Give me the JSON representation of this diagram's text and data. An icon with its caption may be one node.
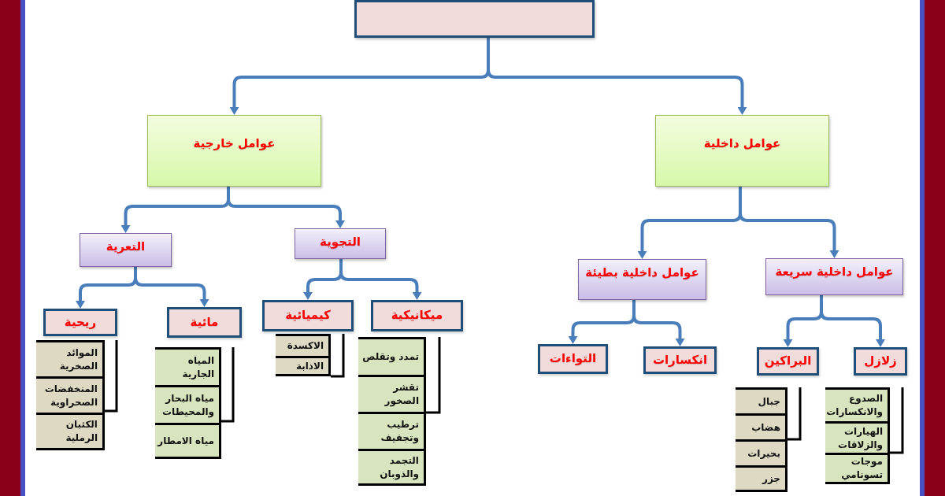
{
  "diagram": {
    "nodes": [
      {
        "text": [],
        "shape": "box"
      },
      {
        "text": [
          "عوامل خارجية"
        ]
      },
      {
        "text": [
          "عوامل داخلية"
        ]
      },
      {
        "text": [
          "التعرية"
        ]
      },
      {
        "text": [
          "التجوية"
        ]
      },
      {
        "text": [
          "عوامل داخلية بطيئة"
        ]
      },
      {
        "text": [
          "عوامل داخلية سريعة"
        ]
      },
      {
        "text": [
          "ريحية"
        ]
      },
      {
        "text": [
          "مائية"
        ]
      },
      {
        "text": [
          "كيميائية"
        ]
      },
      {
        "text": [
          "ميكانيكية"
        ]
      },
      {
        "text": [
          "التواءات"
        ]
      },
      {
        "text": [
          "انكسارات"
        ]
      },
      {
        "text": [
          "البراكين"
        ]
      },
      {
        "text": [
          "زلازل"
        ]
      },
      {
        "text": [
          "الموائد الصخرية"
        ]
      },
      {
        "text": [
          "المنخفضات الصحراوية"
        ]
      },
      {
        "text": [
          "الكثبان الرملية"
        ]
      },
      {
        "text": [
          "المياه الجارية"
        ]
      },
      {
        "text": [
          "مياه البحار والمحيطات"
        ]
      },
      {
        "text": [
          "مياه الامطار"
        ]
      },
      {
        "text": [
          "الاكسدة"
        ]
      },
      {
        "text": [
          "الاذابة"
        ]
      },
      {
        "text": [
          "تمدد وتقلص"
        ]
      },
      {
        "text": [
          "تقشر الصخور"
        ]
      },
      {
        "text": [
          "ترطيب وتجفيف"
        ]
      },
      {
        "text": [
          "التجمد والذوبان"
        ]
      },
      {
        "text": [
          "جبال"
        ]
      },
      {
        "text": [
          "هضاب"
        ]
      },
      {
        "text": [
          "بحيرات"
        ]
      },
      {
        "text": [
          "جزر"
        ]
      },
      {
        "text": [
          "الصدوع والانكسارات"
        ]
      },
      {
        "text": [
          "الهيارات والزلاقات"
        ]
      },
      {
        "text": [
          "موجات تسونامي"
        ]
      }
    ],
    "edges": [
      {
        "from": 0,
        "to": 1,
        "arrow": "to"
      },
      {
        "from": 0,
        "to": 2,
        "arrow": "to"
      },
      {
        "from": 1,
        "to": 3,
        "arrow": "to"
      },
      {
        "from": 1,
        "to": 4,
        "arrow": "to"
      },
      {
        "from": 3,
        "to": 7,
        "arrow": "to"
      },
      {
        "from": 3,
        "to": 8,
        "arrow": "to"
      },
      {
        "from": 4,
        "to": 9,
        "arrow": "to"
      },
      {
        "from": 4,
        "to": 10,
        "arrow": "to"
      },
      {
        "from": 2,
        "to": 5,
        "arrow": "to"
      },
      {
        "from": 2,
        "to": 6,
        "arrow": "to"
      },
      {
        "from": 5,
        "to": 11,
        "arrow": "to"
      },
      {
        "from": 5,
        "to": 12,
        "arrow": "to"
      },
      {
        "from": 6,
        "to": 13,
        "arrow": "to"
      },
      {
        "from": 6,
        "to": 14,
        "arrow": "to"
      }
    ]
  }
}
